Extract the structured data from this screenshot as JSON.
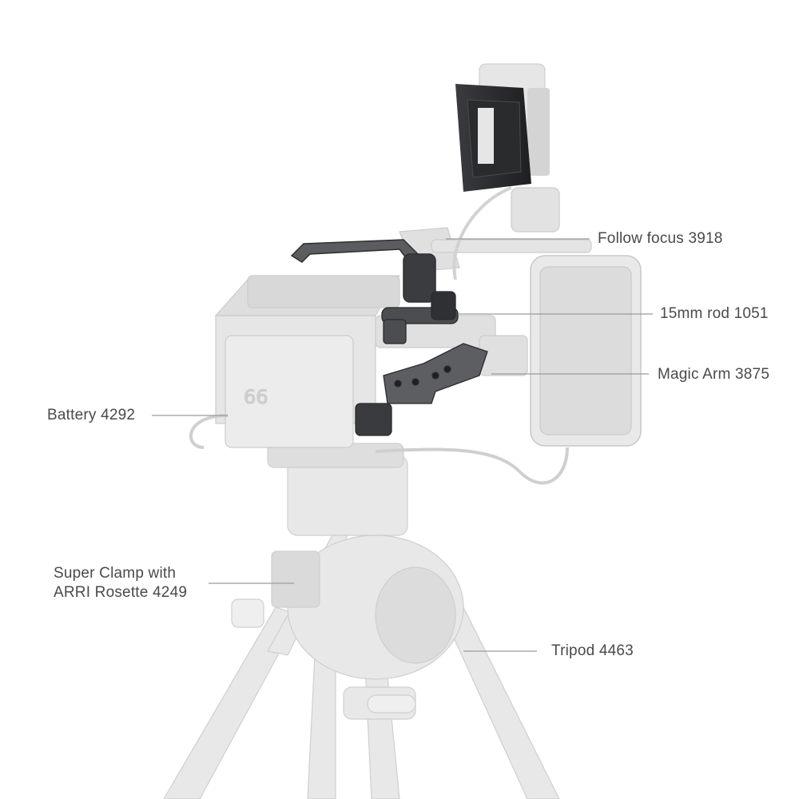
{
  "labels": {
    "follow_focus": "Follow focus 3918",
    "rod": "15mm rod 1051",
    "magic_arm": "Magic Arm 3875",
    "battery": "Battery 4292",
    "super_clamp_line1": "Super Clamp with",
    "super_clamp_line2": "ARRI Rosette 4249",
    "tripod": "Tripod 4463"
  },
  "colors": {
    "ghost_fill": "#e6e6e6",
    "ghost_stroke": "#c9c9c9",
    "highlight_dark": "#2e2e30",
    "highlight_mid": "#5a5c60",
    "label_text": "#4a4a4a",
    "leader_line": "#9a9a9a"
  }
}
